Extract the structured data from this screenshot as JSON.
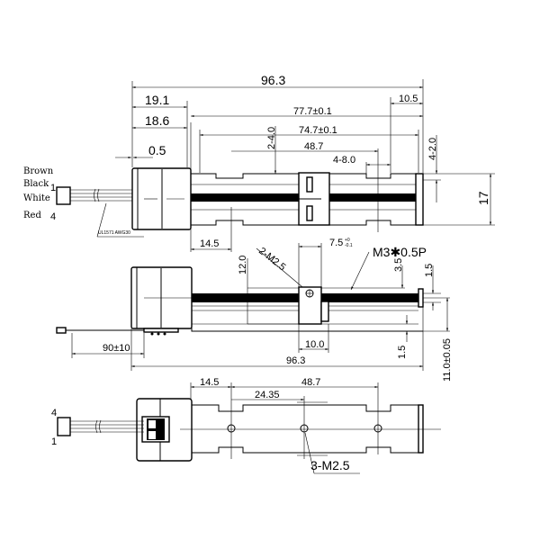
{
  "top_view": {
    "wire_labels": [
      "Brown",
      "Black",
      "White",
      "Red"
    ],
    "pin_first": "1",
    "pin_last": "4",
    "cable_spec": "UL1571 AWG30",
    "dims": {
      "overall": "96.3",
      "motor_len": "19.1",
      "motor_body": "18.6",
      "flange": "0.5",
      "rail_outer": "77.7±0.1",
      "rail_inner": "74.7±0.1",
      "travel": "48.7",
      "slot_width": "4-8.0",
      "end_block": "10.5",
      "slot_depth_a": "2-4.0",
      "slot_depth_b": "4-2.0",
      "height": "17",
      "first_slot": "14.5"
    }
  },
  "side_view": {
    "dims": {
      "carriage_width": "7.5",
      "carriage_tol_upper": "+0",
      "carriage_tol_lower": "-0.1",
      "screw": "M3✱0.5P",
      "carriage_holes": "2-M2.5",
      "carriage_height": "12.0",
      "offset_a": "3.5",
      "offset_b": "1.5",
      "carriage_base": "10.0",
      "cable_len": "90±10",
      "overall": "96.3",
      "base_thickness": "1.5",
      "total_height": "11.0±0.05"
    }
  },
  "bottom_view": {
    "pin_top": "4",
    "pin_bottom": "1",
    "dims": {
      "first_hole": "14.5",
      "hole_span": "48.7",
      "mid_hole": "24.35",
      "mount_holes": "3-M2.5"
    }
  }
}
